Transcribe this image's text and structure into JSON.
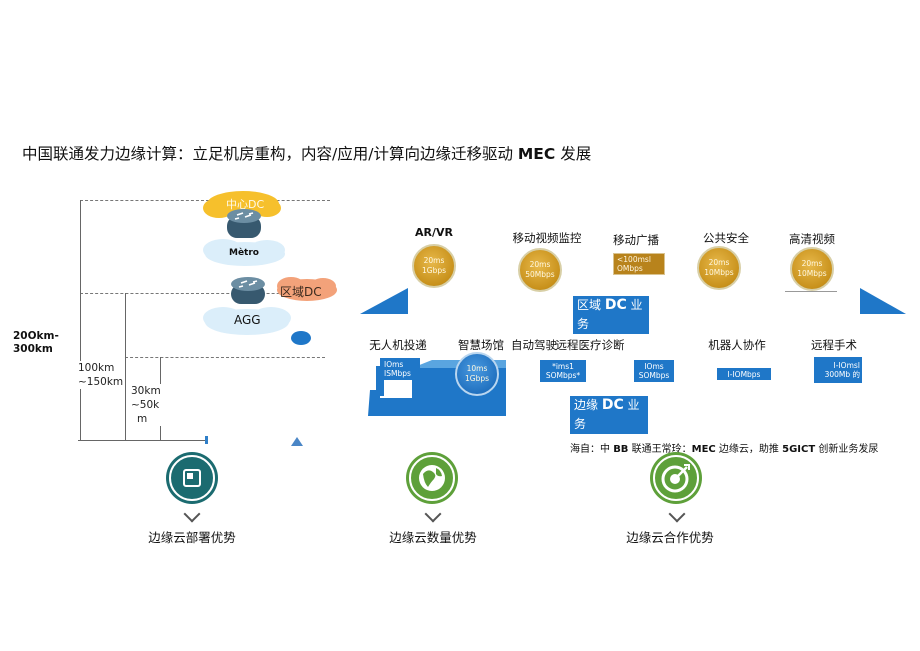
{
  "title": {
    "prefix": "中国联通发力边缘计算：立足机房重构，内容/应用/计算向边缘迁移驱动 ",
    "bold": "MEC",
    "suffix": " 发展"
  },
  "nodes": {
    "center_dc": "中心DC",
    "metro": "Mètro",
    "regional_dc": "区域DC",
    "agg": "AGG"
  },
  "distances": {
    "d1": "20Okm-",
    "d1b": "300km",
    "d2a": "100km",
    "d2b": "~150km",
    "d3a": "30km",
    "d3b": "~50k",
    "d3c": "m"
  },
  "top_services": [
    {
      "label": "AR/VR",
      "line1": "20ms",
      "line2": "1Gbps"
    },
    {
      "label": "移动视频监控",
      "line1": "20ms",
      "line2": "50Mbps"
    },
    {
      "label": "移动广播",
      "line1": "<100msl",
      "line2": "OMbps"
    },
    {
      "label": "公共安全",
      "line1": "20ms",
      "line2": "10Mbps"
    },
    {
      "label": "高清视频",
      "line1": "20ms",
      "line2": "10Mbps"
    }
  ],
  "regional_business": {
    "prefix": "区域 ",
    "bold": "DC",
    "suffix": " 业务"
  },
  "edge_business": {
    "prefix": "边缘 ",
    "bold": "DC",
    "suffix": " 业务"
  },
  "bottom_services": [
    {
      "label": "无人机投递",
      "line1": "IOms",
      "line2": "ISMbps"
    },
    {
      "label": "智慧场馆",
      "line1": "10ms",
      "line2": "1Gbps"
    },
    {
      "label": "自动驾驶",
      "line1": "*ims1",
      "line2": "SOMbps*"
    },
    {
      "label": "远程医疗诊断",
      "line1": "IOms",
      "line2": "SOMbps"
    },
    {
      "label": "机器人协作",
      "line1": "I-IOMbps",
      "line2": ""
    },
    {
      "label": "远程手术",
      "line1": "I-IOmsI",
      "line2": "300Mb 的"
    }
  ],
  "source_note": {
    "p1": "海自：中 ",
    "b1": "BB",
    "p2": " 联通王常玲：",
    "b2": "MEC",
    "p3": " 边缘云，助推 ",
    "b3": "5GICT",
    "p4": " 创新业务发尿"
  },
  "advantages": [
    {
      "label": "边缘云部署优势",
      "icon": "deploy-icon",
      "color": "#1b6b70"
    },
    {
      "label": "边缘云数量优势",
      "icon": "globe-icon",
      "color": "#5ea03a"
    },
    {
      "label": "边缘云合作优势",
      "icon": "target-icon",
      "color": "#5ea03a"
    }
  ]
}
